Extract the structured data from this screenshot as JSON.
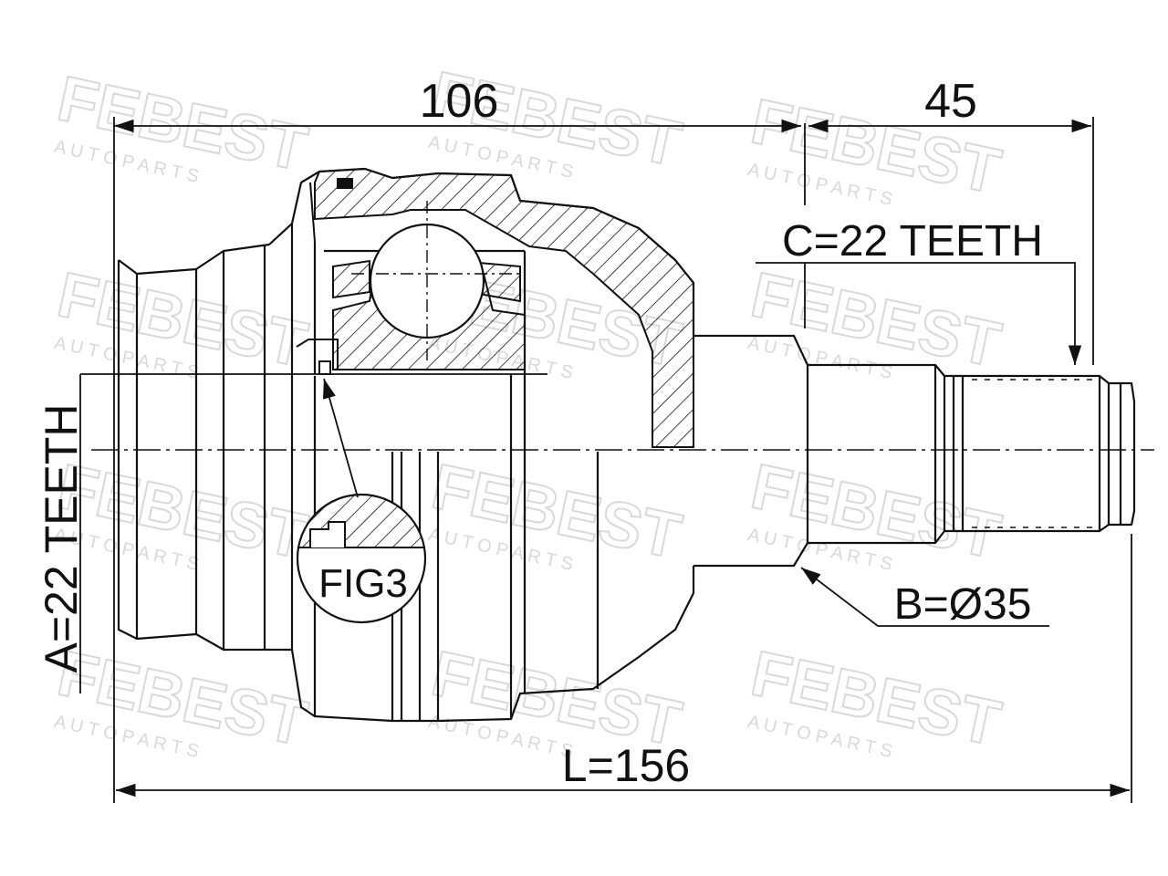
{
  "colors": {
    "line": "#111111",
    "watermark": "#d9d9d9",
    "background": "#ffffff"
  },
  "watermark": {
    "brand": "FEBEST",
    "sub": "A U T O   P A R T S"
  },
  "dimensions": {
    "top_left": "106",
    "top_right": "45",
    "spline_right": "C=22 TEETH",
    "spline_left": "A=22 TEETH",
    "shaft_diameter": "B=Ø35",
    "total_length": "L=156",
    "detail_label": "FIG3"
  }
}
